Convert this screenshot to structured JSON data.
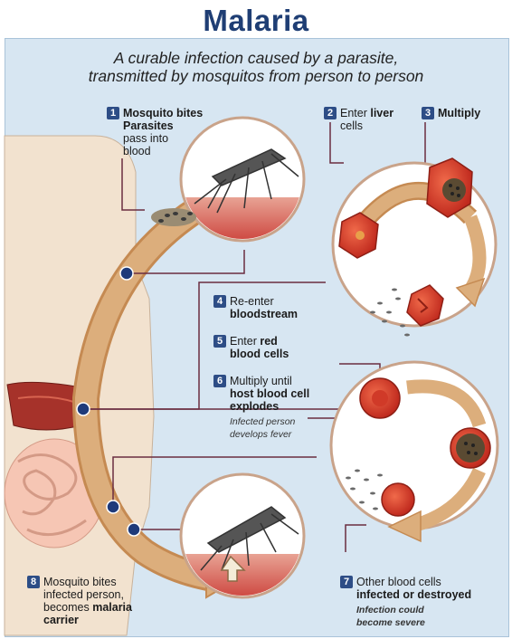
{
  "title": "Malaria",
  "subtitle": {
    "line1": "A curable infection caused by a parasite,",
    "line2": "transmitted by mosquitos from person to person"
  },
  "steps": [
    {
      "num": "1",
      "l1": "Mosquito bites",
      "l2": "Parasites",
      "l3": "pass into",
      "l4": "blood"
    },
    {
      "num": "2",
      "l1a": "Enter ",
      "l1b": "liver",
      "l2": "cells"
    },
    {
      "num": "3",
      "l1": "Multiply"
    },
    {
      "num": "4",
      "l1": "Re-enter",
      "l2": "bloodstream"
    },
    {
      "num": "5",
      "l1a": "Enter ",
      "l1b": "red",
      "l2": "blood cells"
    },
    {
      "num": "6",
      "l1": "Multiply until",
      "l2": "host blood cell",
      "l3": "explodes",
      "n1": "Infected person",
      "n2": "develops fever"
    },
    {
      "num": "7",
      "l1": "Other blood cells",
      "l2": "infected or destroyed",
      "n1": "Infection could",
      "n2": "become severe"
    },
    {
      "num": "8",
      "l1": "Mosquito bites",
      "l2": "infected person,",
      "l3a": "becomes ",
      "l3b": "malaria",
      "l4": "carrier"
    }
  ],
  "colors": {
    "title": "#1f3e74",
    "panel": "#d7e6f2",
    "arrow": "#d9a570",
    "cell_red": "#e0432a",
    "badge": "#2d4d86"
  },
  "icons": [
    "mosquito-icon",
    "liver-cell-icon",
    "red-blood-cell-icon",
    "parasite-cluster-icon",
    "human-silhouette",
    "liver-organ",
    "intestines-organ"
  ]
}
